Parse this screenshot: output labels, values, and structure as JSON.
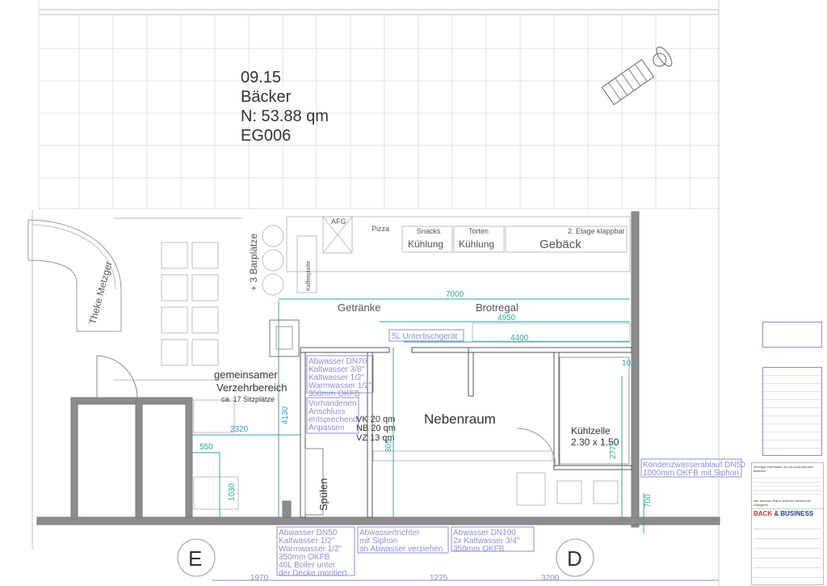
{
  "room": {
    "number": "09.15",
    "name": "Bäcker",
    "area": "N: 53.88 qm",
    "code": "EG006"
  },
  "labels": {
    "theke_metzger": "Theke Metzger",
    "barplaetze": "+ 3 Barplätze",
    "kaffee": "Kaffeeplatte",
    "afg": "AFG",
    "pizza": "Pizza",
    "snacks": "Snacks",
    "torten": "Torten",
    "kuehlung1": "Kühlung",
    "kuehlung2": "Kühlung",
    "gebaeck": "Gebäck",
    "etage": "2. Etage klappbar",
    "getraenke": "Getränke",
    "brotregal": "Brotregal",
    "unterkuehl": "5L Untertischgerät",
    "verzehr1": "gemeinsamer",
    "verzehr2": "Verzehrbereich",
    "sitzplaetze": "ca. 17 Sitzplätze",
    "nebenraum": "Nebenraum",
    "kuehlzelle": "Kühlzelle",
    "kuehlzelle_size": "2.30 x 1.50",
    "spuelen": "Spülen",
    "vk": "VK 20 qm",
    "nb": "NB 20 qm",
    "vz": "VZ 13 qm",
    "axis_e": "E",
    "axis_d": "D"
  },
  "notes": {
    "abwasser1": [
      "Abwasser DN70",
      "Kaltwasser 3/8\"",
      "Kaltwasser 1/2\"",
      "Warmwasser 1/2\"",
      "350mm OKFB"
    ],
    "vorhanden": [
      "Vorhandenen",
      "Anschluss",
      "entsprechend",
      "Anpassen"
    ],
    "abwasser2": [
      "Abwasser DN50",
      "Kaltwasser 1/2\"",
      "Warmwasser 1/2\"",
      "350mm OKFB",
      "40L Boiler unter",
      "der Decke montiert"
    ],
    "trichter": [
      "Abwassertrichter",
      "mit Siphon",
      "an Abwasser verziehen"
    ],
    "abwasser3": [
      "Abwasser DN100",
      "2x Kaltwasser 3/4\"",
      "350mm OKFB"
    ],
    "kondens": [
      "Kondenzwasserablauf DN50",
      "1000mm OKFB mit Siphon"
    ]
  },
  "dimensions": {
    "d7000": "7000",
    "d4950": "4950",
    "d4400": "4400",
    "d100": "100",
    "d4130": "4130",
    "d2320": "2320",
    "d550": "550",
    "d1030": "1030",
    "d305": "305",
    "d2775": "2775",
    "d700": "700",
    "d1970": "1970",
    "d1275": "1275",
    "d3200": "3200"
  },
  "title_block": {
    "notice": "Wichtige Information für die ausführenden Betriebe:",
    "footer_note": "Alle anderen Pläne verlieren hiermit ihre Gültigkeit!",
    "brand_a": "BACK",
    "brand_amp": " & ",
    "brand_b": "BUSINESS"
  },
  "colors": {
    "wall": "#8c8c8c",
    "dimension": "#2fa89a",
    "note": "#8a8fd6",
    "brand_red": "#c0392b",
    "brand_blue": "#1f3f8f"
  }
}
